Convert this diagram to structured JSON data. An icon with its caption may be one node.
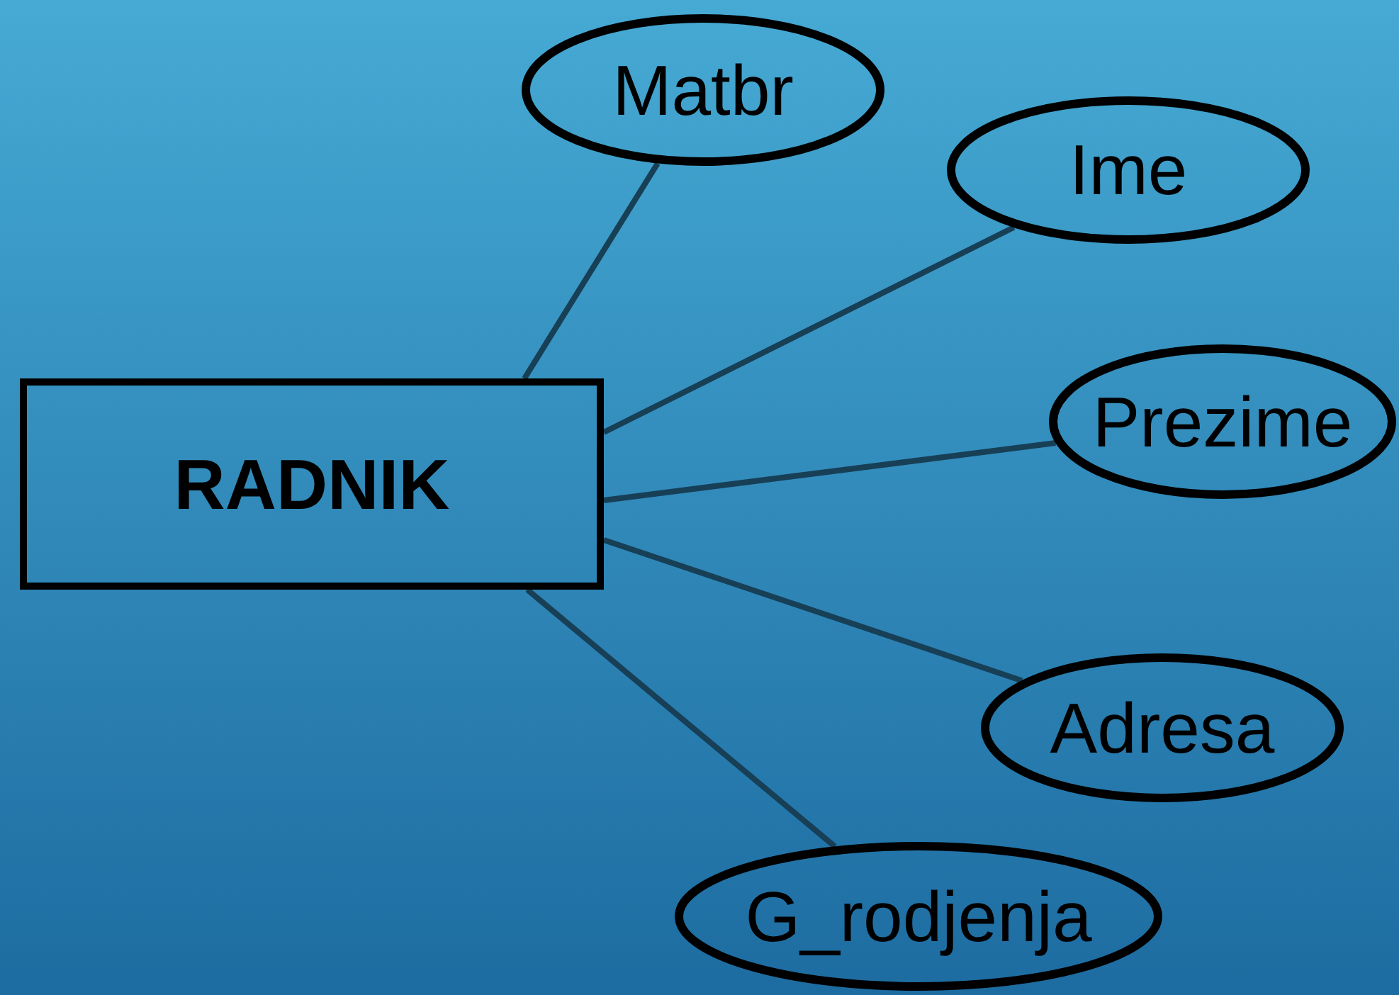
{
  "diagram": {
    "nodes": [
      {
        "text": [
          "RADNIK"
        ]
      },
      {
        "text": [
          "Matbr"
        ]
      },
      {
        "text": [
          "Ime"
        ]
      },
      {
        "text": [
          "Prezime"
        ]
      },
      {
        "text": [
          "Adresa"
        ]
      },
      {
        "text": [
          "G_rodjenja"
        ]
      }
    ],
    "edges": [
      {
        "from": 0,
        "to": 1,
        "arrow": "none"
      },
      {
        "from": 0,
        "to": 2,
        "arrow": "none"
      },
      {
        "from": 0,
        "to": 3,
        "arrow": "none"
      },
      {
        "from": 0,
        "to": 4,
        "arrow": "none"
      },
      {
        "from": 0,
        "to": 5,
        "arrow": "none"
      }
    ]
  }
}
